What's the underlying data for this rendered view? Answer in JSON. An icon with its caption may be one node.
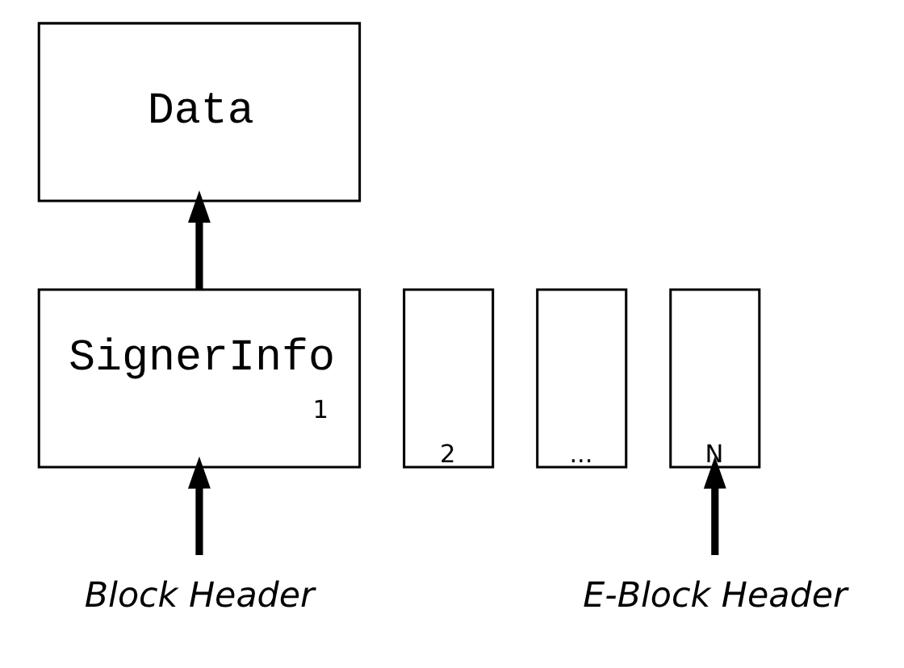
{
  "diagram": {
    "nodes": [
      {
        "text": [
          "Data"
        ]
      },
      {
        "text": [
          "SignerInfo",
          "1"
        ]
      },
      {
        "text": [
          "2"
        ]
      },
      {
        "text": [
          "..."
        ]
      },
      {
        "text": [
          "N"
        ]
      },
      {
        "text": [
          "Block Header"
        ]
      },
      {
        "text": [
          "E-Block Header"
        ]
      }
    ],
    "edges": [
      {
        "from": 1,
        "to": 0,
        "arrow": "to"
      },
      {
        "from": 5,
        "to": 1,
        "arrow": "to"
      },
      {
        "from": 6,
        "to": 4,
        "arrow": "to"
      }
    ]
  }
}
